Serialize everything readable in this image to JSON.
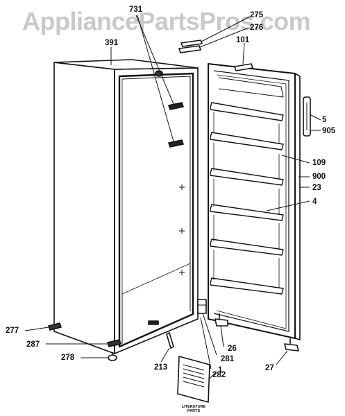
{
  "watermark": "AppliancePartsPros.com",
  "callouts": [
    {
      "id": "731",
      "text": "731"
    },
    {
      "id": "275",
      "text": "275"
    },
    {
      "id": "276",
      "text": "276"
    },
    {
      "id": "391",
      "text": "391"
    },
    {
      "id": "101",
      "text": "101"
    },
    {
      "id": "5",
      "text": "5"
    },
    {
      "id": "905",
      "text": "905"
    },
    {
      "id": "109",
      "text": "109"
    },
    {
      "id": "900",
      "text": "900"
    },
    {
      "id": "23",
      "text": "23"
    },
    {
      "id": "4",
      "text": "4"
    },
    {
      "id": "277",
      "text": "277"
    },
    {
      "id": "287",
      "text": "287"
    },
    {
      "id": "278",
      "text": "278"
    },
    {
      "id": "213",
      "text": "213"
    },
    {
      "id": "26",
      "text": "26"
    },
    {
      "id": "281",
      "text": "281"
    },
    {
      "id": "282",
      "text": "282"
    },
    {
      "id": "1",
      "text": "1"
    },
    {
      "id": "27",
      "text": "27"
    }
  ],
  "booklet_label": "LITERATURE PARTS"
}
